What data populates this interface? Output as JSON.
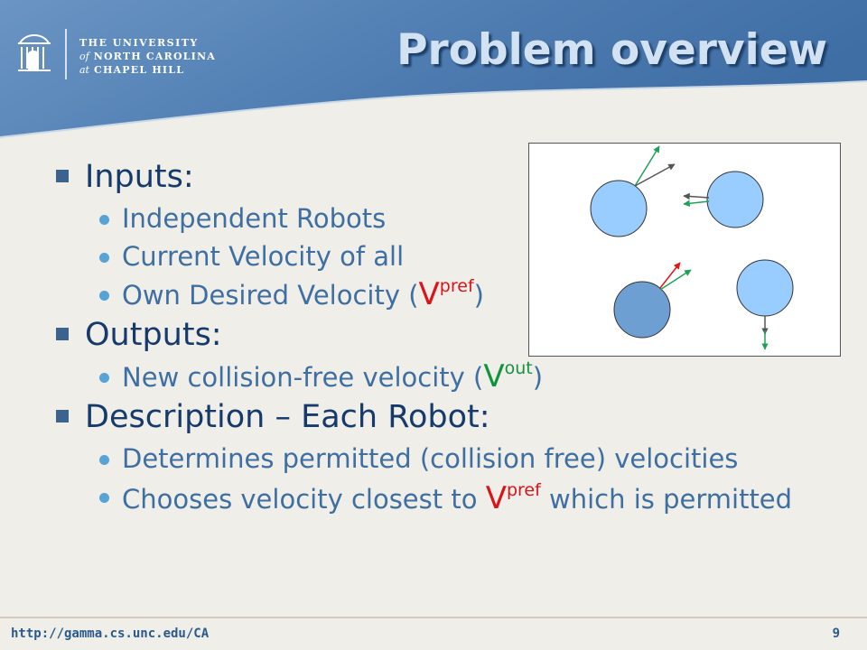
{
  "logo": {
    "line1": "THE UNIVERSITY",
    "line2_prefix": "of",
    "line2_main": " NORTH CAROLINA",
    "line3_prefix": "at",
    "line3_main": " CHAPEL HILL"
  },
  "title": "Problem overview",
  "sections": {
    "inputs": {
      "heading": "Inputs:",
      "items": {
        "0": "Independent Robots",
        "1": "Current Velocity of all",
        "2": {
          "prefix": "Own Desired Velocity (",
          "v": "V",
          "sup": "pref",
          "suffix": ")"
        }
      }
    },
    "outputs": {
      "heading": "Outputs:",
      "items": {
        "0": {
          "prefix": "New collision-free velocity (",
          "v": "V",
          "sup": "out",
          "suffix": ")"
        }
      }
    },
    "description": {
      "heading": "Description – Each Robot:",
      "items": {
        "0": "Determines permitted (collision free) velocities",
        "1": {
          "prefix": "Chooses velocity closest to ",
          "v": "V",
          "sup": "pref",
          "suffix": " which is permitted"
        }
      }
    }
  },
  "colors": {
    "header_blue": "#4a77ab",
    "heading_text": "#153a6b",
    "sub_text": "#3f6fa2",
    "pref_red": "#d9141a",
    "out_green": "#12933c",
    "robot_fill": "#99ccff",
    "robot_selected_fill": "#6e9fd2"
  },
  "footer": {
    "url": "http://gamma.cs.unc.edu/CA",
    "page": "9"
  }
}
